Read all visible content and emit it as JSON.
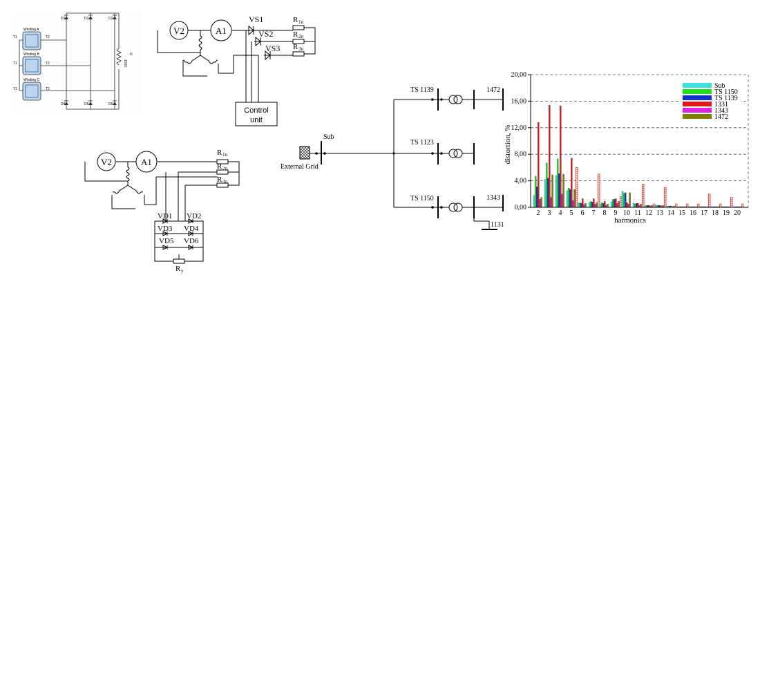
{
  "bridge_panel": {
    "windings": [
      "Winding A",
      "Winding B",
      "Winding C"
    ],
    "t1": "T1",
    "t2": "T2",
    "diodes": [
      "D1",
      "D2",
      "D3",
      "D4",
      "D5",
      "D6"
    ],
    "load_label": "1000",
    "load_suffix": "Ω"
  },
  "thyristor_panel": {
    "meters": [
      "V2",
      "A1"
    ],
    "switches": [
      "VS1",
      "VS2",
      "VS3"
    ],
    "resistors": [
      {
        "base": "R",
        "sub": "1n"
      },
      {
        "base": "R",
        "sub": "2n"
      },
      {
        "base": "R",
        "sub": "3n"
      }
    ],
    "control_line1": "Control",
    "control_line2": "unit"
  },
  "rectifier_panel": {
    "meters": [
      "V2",
      "A1"
    ],
    "resistors": [
      {
        "base": "R",
        "sub": "1n"
      },
      {
        "base": "R",
        "sub": "2n"
      },
      {
        "base": "R",
        "sub": "3n"
      }
    ],
    "diodes": [
      "VD1",
      "VD2",
      "VD3",
      "VD4",
      "VD5",
      "VD6"
    ],
    "ry_base": "R",
    "ry_sub": "y"
  },
  "network": {
    "external_grid": "External Grid",
    "sub": "Sub",
    "stations": [
      "TS 1139",
      "TS 1123",
      "TS 1150"
    ],
    "buses": [
      "1472",
      "1343",
      "1131"
    ]
  },
  "chart_data": {
    "type": "bar",
    "xlabel": "harmonics",
    "ylabel": "distortion, %",
    "ylim": [
      0,
      20
    ],
    "yticks": [
      "0,00",
      "4,00",
      "8,00",
      "12,00",
      "16,00",
      "20,00"
    ],
    "grid": true,
    "legend_position": "top-right",
    "categories": [
      "2",
      "3",
      "4",
      "5",
      "6",
      "7",
      "8",
      "9",
      "10",
      "11",
      "12",
      "13",
      "14",
      "15",
      "16",
      "17",
      "18",
      "19",
      "20"
    ],
    "series": [
      {
        "name": "Sub",
        "color": "#3fe0e0",
        "values": [
          1.8,
          4.2,
          4.8,
          2.5,
          0.6,
          0.7,
          0.5,
          0.8,
          2.4,
          0.6,
          0.2,
          0.3,
          0.15,
          0.1,
          0.1,
          0.1,
          0.1,
          0.1,
          0.1
        ]
      },
      {
        "name": "TS 1150",
        "color": "#22dd22",
        "values": [
          4.7,
          6.7,
          7.3,
          2.9,
          0.7,
          0.9,
          0.7,
          1.2,
          2.1,
          0.5,
          0.3,
          0.3,
          0.2,
          0.1,
          0.1,
          0.1,
          0.1,
          0.1,
          0.1
        ]
      },
      {
        "name": "TS 1139",
        "color": "#1030c8",
        "values": [
          3.1,
          4.4,
          5.1,
          2.7,
          0.6,
          0.8,
          0.6,
          1.2,
          2.2,
          0.6,
          0.3,
          0.3,
          0.2,
          0.1,
          0.1,
          0.1,
          0.1,
          0.1,
          0.1
        ]
      },
      {
        "name": "1331",
        "color": "#e01a1a",
        "values": [
          12.8,
          15.4,
          15.3,
          7.4,
          1.3,
          1.3,
          0.9,
          1.3,
          0.7,
          0.6,
          0.3,
          0.3,
          0.2,
          0.1,
          0.1,
          0.1,
          0.1,
          0.1,
          0.1
        ]
      },
      {
        "name": "1343",
        "color": "#e020e0",
        "values": [
          1.2,
          1.5,
          2.0,
          1.0,
          0.4,
          0.5,
          0.3,
          0.6,
          0.5,
          0.3,
          0.2,
          0.2,
          0.1,
          0.1,
          0.1,
          0.1,
          0.1,
          0.1,
          0.1
        ]
      },
      {
        "name": "1472",
        "color": "#808000",
        "values": [
          1.5,
          4.9,
          5.0,
          2.7,
          0.6,
          0.7,
          0.5,
          0.9,
          2.2,
          0.5,
          0.3,
          0.3,
          0.2,
          0.1,
          0.1,
          0.1,
          0.1,
          0.1,
          0.1
        ]
      },
      {
        "name": "",
        "color": "#e01a1a",
        "hatched": true,
        "values": [
          0,
          0,
          0,
          6.0,
          0,
          5.0,
          0,
          1.6,
          0,
          3.5,
          0.5,
          3.0,
          0.5,
          0.5,
          0.5,
          2.0,
          0.5,
          1.5,
          0.5
        ]
      }
    ]
  }
}
